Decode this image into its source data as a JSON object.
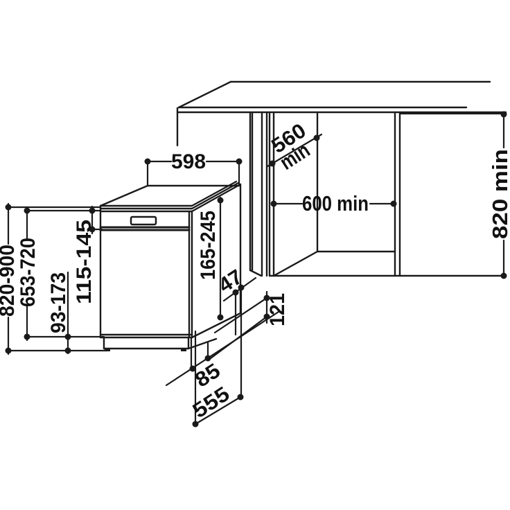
{
  "diagram": {
    "type": "appliance-installation-drawing",
    "subject": "built-in dishwasher niche and cabinet dimensions",
    "units": "mm",
    "labels": {
      "appliance_width": "598",
      "niche_depth_value": "560",
      "niche_depth_suffix": "min",
      "niche_width": "600 min",
      "niche_height": "820 min",
      "overall_height_range": "820-900",
      "door_height_range": "653-720",
      "plinth_height_range": "93-173",
      "top_clearance_range": "115-145",
      "side_adjust_range": "165-245",
      "door_offset": "47",
      "rear_clearance": "121",
      "plinth_recess": "85",
      "body_depth": "555"
    }
  },
  "colors": {
    "line": "#1a1a1a",
    "background": "#ffffff"
  }
}
